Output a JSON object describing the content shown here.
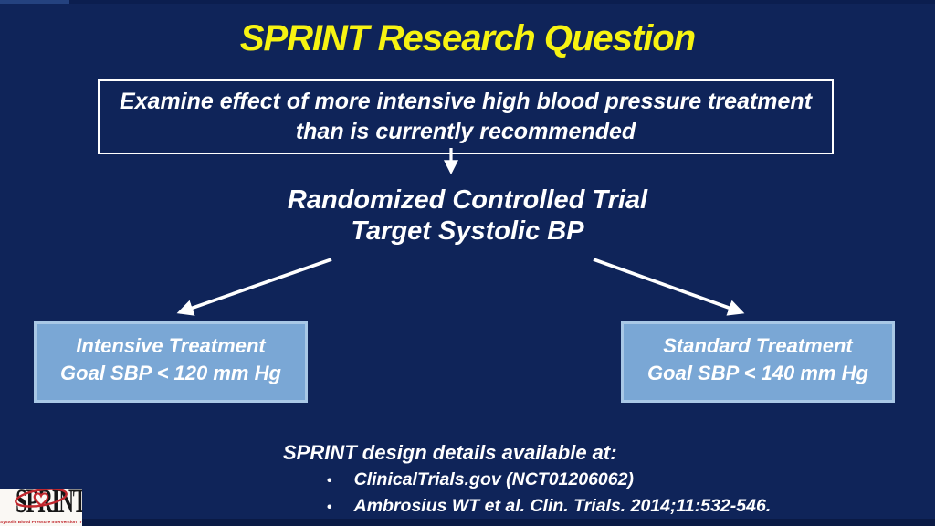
{
  "slide": {
    "title": "SPRINT Research Question",
    "question_box": {
      "line1": "Examine effect of more intensive high blood pressure treatment",
      "line2": "than is currently recommended"
    },
    "trial": {
      "line1": "Randomized Controlled Trial",
      "line2": "Target Systolic BP"
    },
    "arms": {
      "intensive": {
        "line1": "Intensive Treatment",
        "line2": "Goal SBP < 120 mm Hg"
      },
      "standard": {
        "line1": "Standard Treatment",
        "line2": "Goal SBP < 140 mm Hg"
      }
    },
    "details": {
      "heading": "SPRINT design details available at:",
      "bullet_char": "•",
      "bullets": [
        "ClinicalTrials.gov (NCT01206062)",
        "Ambrosius WT et al. Clin. Trials. 2014;11:532-546."
      ]
    },
    "logo": {
      "text": "SPRINT",
      "tagline": "Systolic Blood Pressure Intervention Trial"
    },
    "colors": {
      "background": "#0f2459",
      "title_yellow": "#f7f312",
      "arm_box_fill": "#7aa7d5",
      "arm_box_border": "#a9c8e6",
      "text_white": "#ffffff",
      "bottom_bar": "#0a1a45",
      "logo_red": "#c1272d",
      "logo_black": "#161616"
    }
  }
}
